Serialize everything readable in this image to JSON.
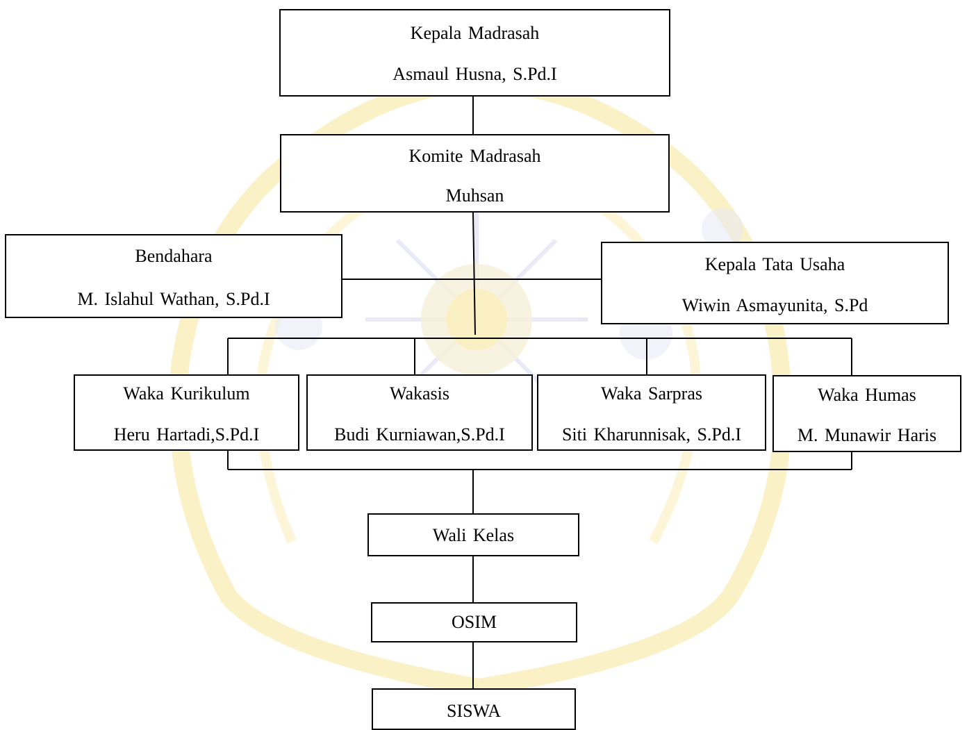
{
  "org_chart": {
    "kepala_madrasah": {
      "title": "Kepala Madrasah",
      "name": "Asmaul  Husna,  S.Pd.I"
    },
    "komite_madrasah": {
      "title": "Komite  Madrasah",
      "name": "Muhsan"
    },
    "bendahara": {
      "title": "Bendahara",
      "name": "M. Islahul  Wathan,  S.Pd.I"
    },
    "kepala_tata_usaha": {
      "title": "Kepala  Tata  Usaha",
      "name": "Wiwin  Asmayunita, S.Pd"
    },
    "waka_kurikulum": {
      "title": "Waka  Kurikulum",
      "name": "Heru Hartadi,S.Pd.I"
    },
    "wakasis": {
      "title": "Wakasis",
      "name": "Budi Kurniawan,S.Pd.I"
    },
    "waka_sarpras": {
      "title": "Waka  Sarpras",
      "name": "Siti  Kharunnisak,  S.Pd.I"
    },
    "waka_humas": {
      "title": "Waka  Humas",
      "name": "M.  Munawir Haris"
    },
    "wali_kelas": {
      "title": "Wali Kelas"
    },
    "osim": {
      "title": "OSIM"
    },
    "siswa": {
      "title": "SISWA"
    }
  },
  "colors": {
    "line": "#000000",
    "box_background": "#ffffff",
    "watermark": "#fbefc0",
    "watermark_blue": "#e6e8f4"
  }
}
